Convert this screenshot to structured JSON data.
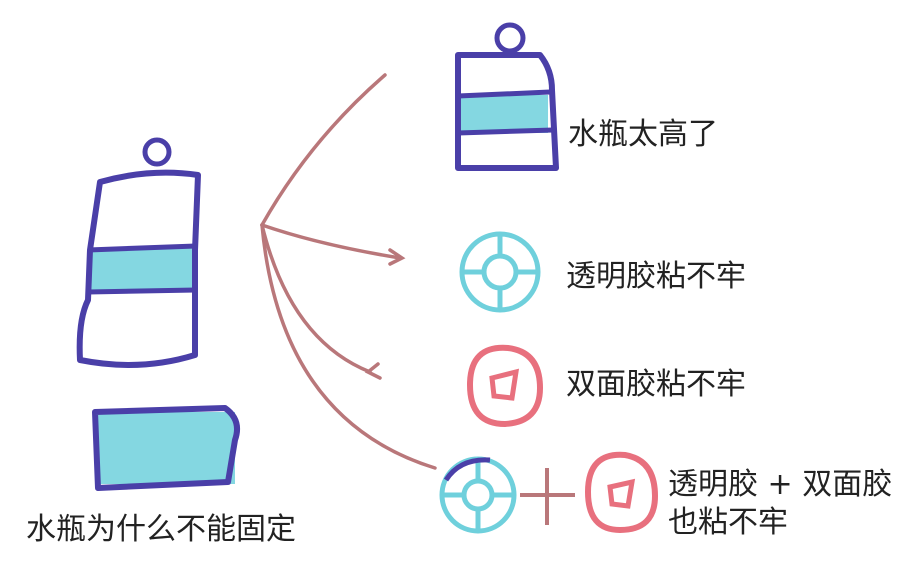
{
  "question": "水瓶为什么不能固定",
  "reasons": [
    {
      "label": "水瓶太高了",
      "icon": "tall-bottle-icon"
    },
    {
      "label": "透明胶粘不牢",
      "icon": "clear-tape-roll-icon"
    },
    {
      "label": "双面胶粘不牢",
      "icon": "double-sided-tape-roll-icon"
    },
    {
      "label_line1": "透明胶 + 双面胶",
      "label_line2": "也粘不牢",
      "icon": "combined-tapes-icon"
    }
  ],
  "plus_sign": "+",
  "colors": {
    "bottle": "#4a3fa8",
    "teal": "#6fd0dc",
    "pink": "#e8707e",
    "arrow": "#b9777a"
  }
}
